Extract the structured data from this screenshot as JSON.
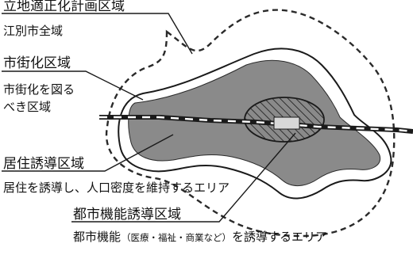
{
  "location_zone": {
    "title": "立地適正化計画区域",
    "description": "江別市全域"
  },
  "urbanization_zone": {
    "title": "市街化区域",
    "description_line1": "市街化を図る",
    "description_line2": "べき区域"
  },
  "residential_zone": {
    "title": "居住誘導区域",
    "description": "居住を誘導し、人口密度を維持するエリア"
  },
  "urban_function_zone": {
    "title": "都市機能誘導区域",
    "description_main": "都市機能",
    "description_paren": "（医療・福祉・商業など）",
    "description_tail": "を誘導するエリア"
  },
  "colors": {
    "residential_fill": "#8a8a8a",
    "outline": "#2a2a2a",
    "station_box": "#d8d8d8"
  }
}
